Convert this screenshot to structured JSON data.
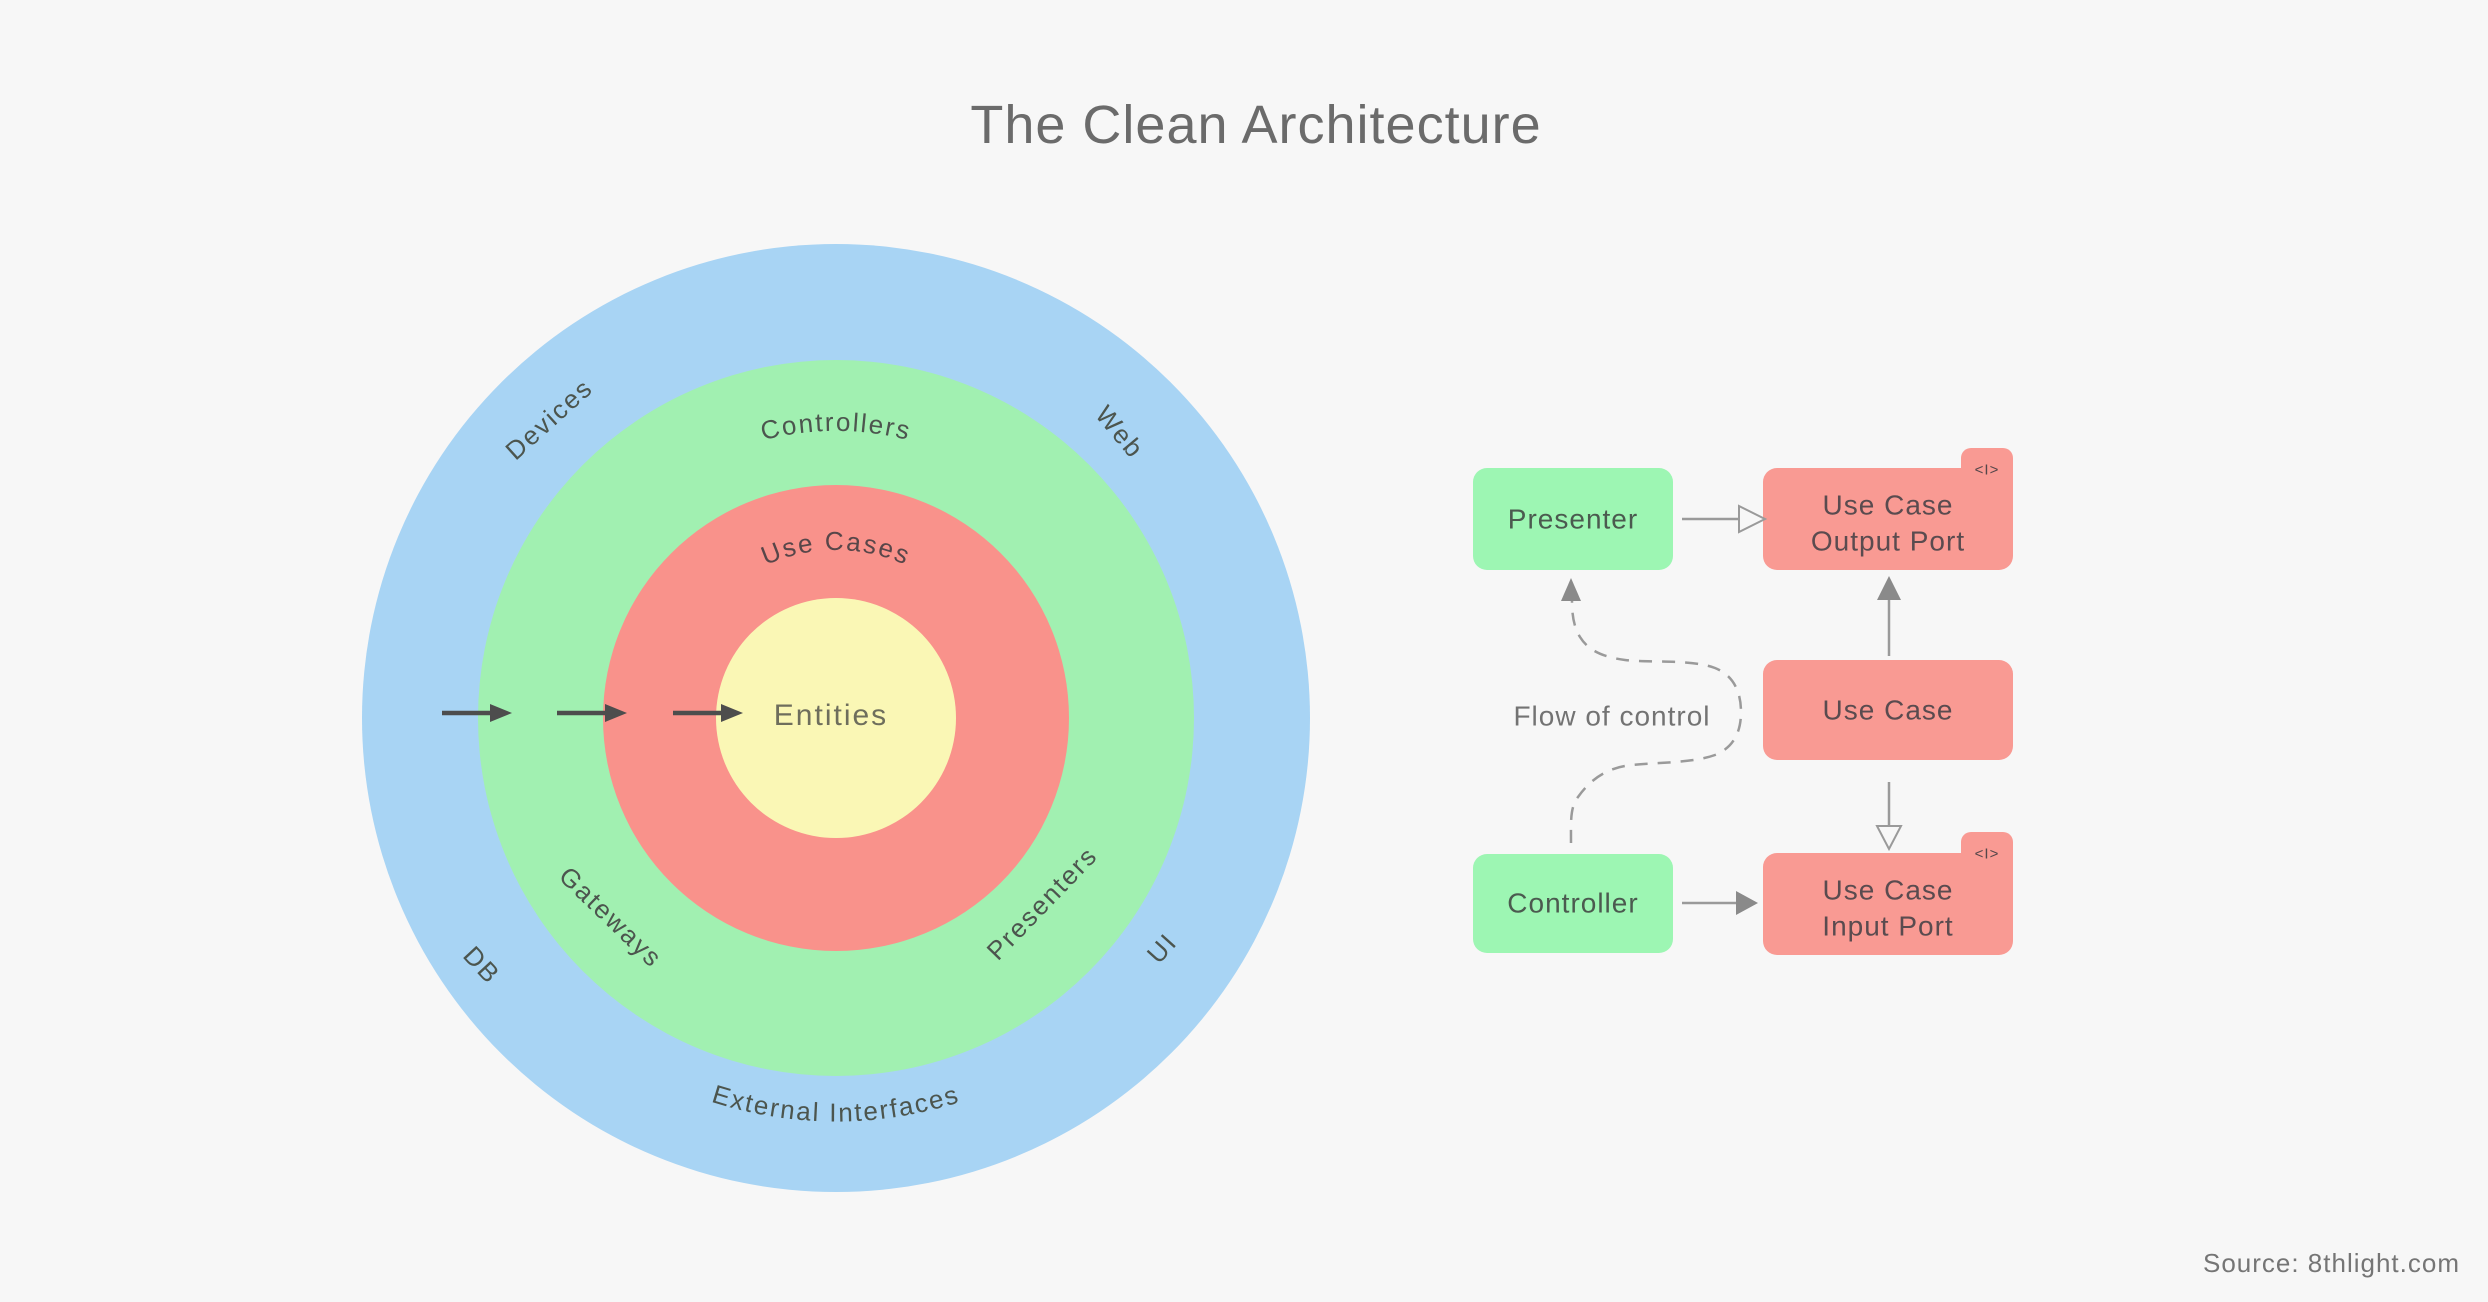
{
  "title": "The Clean Architecture",
  "attribution": "Source: 8thlight.com",
  "colors": {
    "background": "#f7f7f7",
    "ring_blue": "#a8d4f4",
    "ring_green": "#a1f0b1",
    "ring_red": "#f9928b",
    "ring_yellow": "#faf7b5",
    "box_green": "#9df6b3",
    "box_red": "#f99a93"
  },
  "circle_diagram": {
    "labels": {
      "devices": "Devices",
      "web": "Web",
      "db": "DB",
      "ui": "UI",
      "external_interfaces": "External Interfaces",
      "controllers": "Controllers",
      "gateways": "Gateways",
      "presenters": "Presenters",
      "use_cases": "Use Cases",
      "entities": "Entities"
    }
  },
  "flow_diagram": {
    "presenter": "Presenter",
    "controller": "Controller",
    "use_case": "Use Case",
    "output_port": {
      "line1": "Use Case",
      "line2": "Output Port"
    },
    "input_port": {
      "line1": "Use Case",
      "line2": "Input Port"
    },
    "interface_badge": "<I>",
    "flow_label": "Flow of control"
  }
}
